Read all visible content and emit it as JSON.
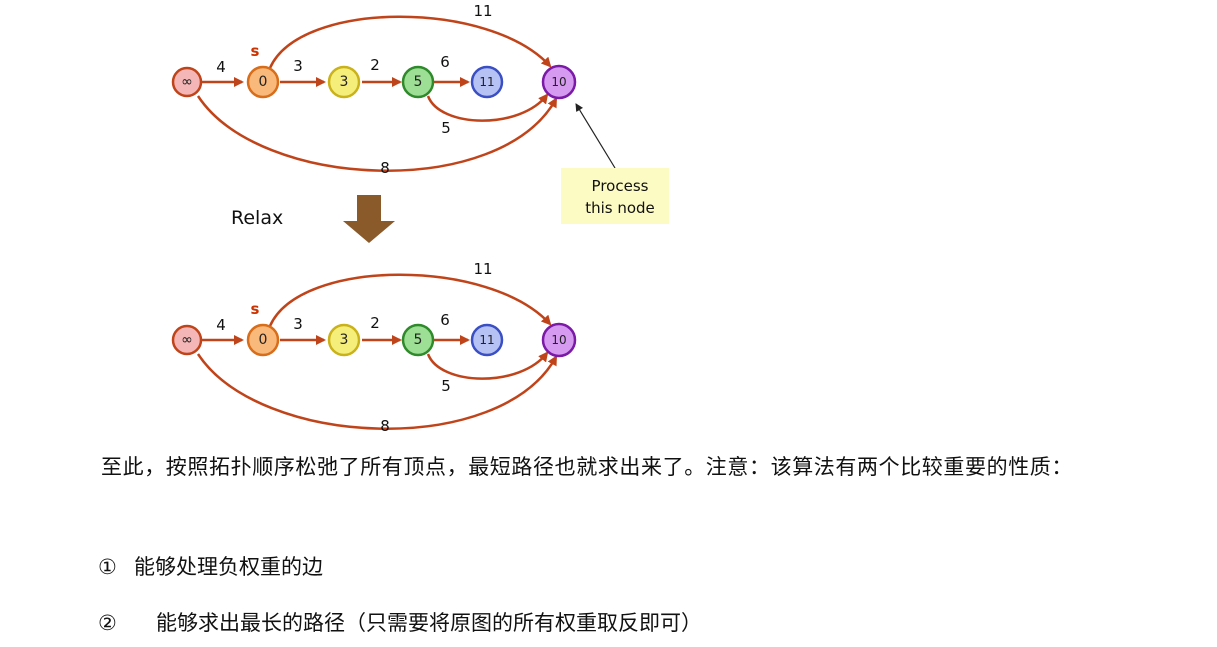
{
  "graph": {
    "source_label": "s",
    "nodes": [
      {
        "id": "inf",
        "label": "∞",
        "color": "#f4b6b6"
      },
      {
        "id": "n0",
        "label": "0",
        "color": "#f9b97a"
      },
      {
        "id": "n3",
        "label": "3",
        "color": "#f6ee7a"
      },
      {
        "id": "n5",
        "label": "5",
        "color": "#9ddf94"
      },
      {
        "id": "n11",
        "label": "11",
        "color": "#b6c2f4"
      },
      {
        "id": "n10",
        "label": "10",
        "color": "#d69af0"
      }
    ],
    "edges": [
      {
        "from": "inf",
        "to": "n0",
        "weight": "4"
      },
      {
        "from": "n0",
        "to": "n3",
        "weight": "3"
      },
      {
        "from": "n3",
        "to": "n5",
        "weight": "2"
      },
      {
        "from": "n5",
        "to": "n11",
        "weight": "6"
      },
      {
        "from": "n5",
        "to": "n10",
        "weight": "5"
      },
      {
        "from": "n0",
        "to": "n10",
        "weight": "11"
      },
      {
        "from": "inf",
        "to": "n10",
        "weight": "8"
      }
    ],
    "edge_color": "#c0441a"
  },
  "relax_label": "Relax",
  "callout": {
    "line1": "Process",
    "line2": "this node"
  },
  "text": {
    "paragraph": "至此，按照拓扑顺序松弛了所有顶点，最短路径也就求出来了。注意：该算法有两个比较重要的性质：",
    "item1_num": "①",
    "item1_text": "能够处理负权重的边",
    "item2_num": "②",
    "item2_text": "能够求出最长的路径（只需要将原图的所有权重取反即可）"
  }
}
